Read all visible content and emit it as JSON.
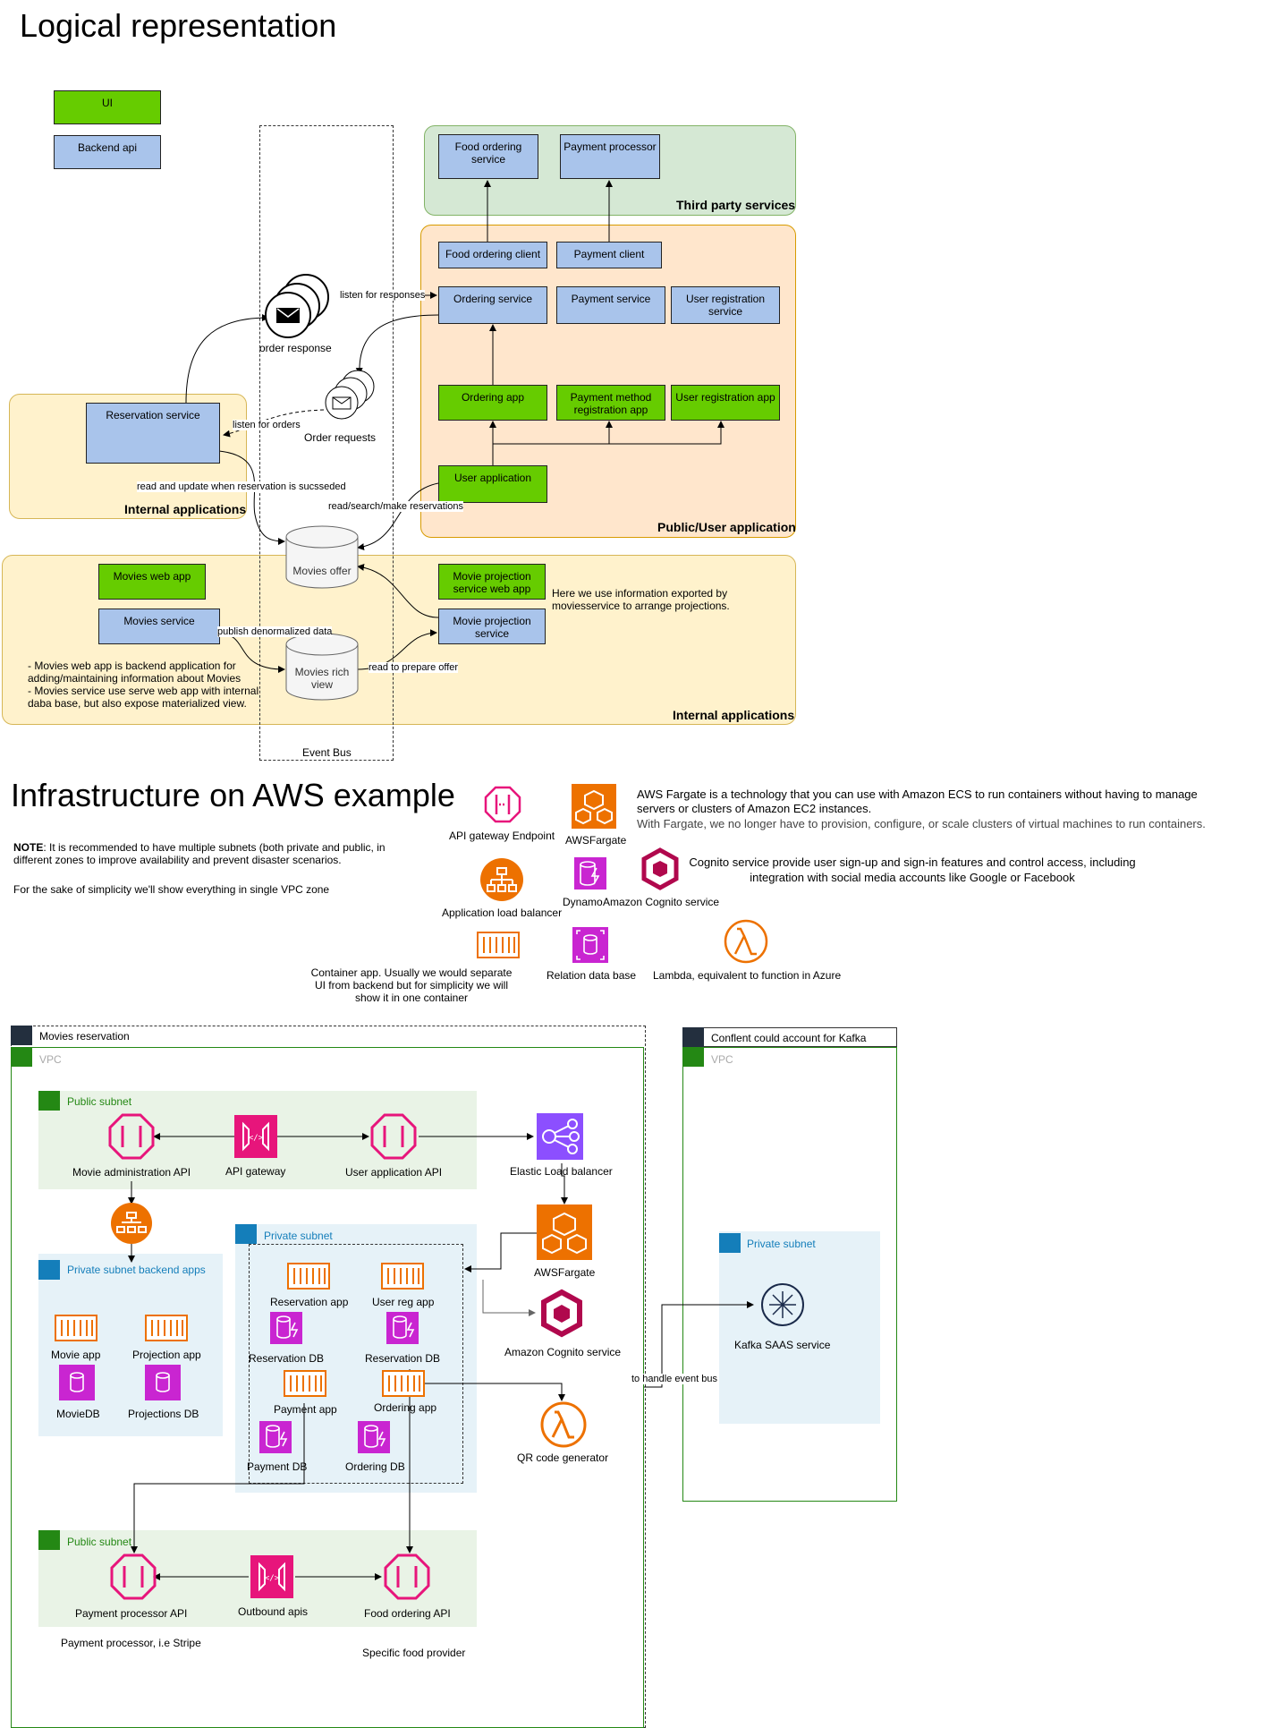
{
  "logical": {
    "title": "Logical representation",
    "legend": {
      "ui": "UI",
      "backend": "Backend api"
    },
    "event_bus": "Event Bus",
    "zones": {
      "third_party": "Third party services",
      "public_user": "Public/User application",
      "internal_top": "Internal applications",
      "internal_bottom": "Internal applications"
    },
    "boxes": {
      "food_ordering_service": "Food ordering service",
      "payment_processor": "Payment processor",
      "food_ordering_client": "Food ordering client",
      "payment_client": "Payment client",
      "ordering_service": "Ordering service",
      "payment_service": "Payment service",
      "user_registration_service": "User registration service",
      "ordering_app": "Ordering app",
      "payment_method_registration_app": "Payment method registration app",
      "user_registration_app": "User registration app",
      "user_application": "User application",
      "reservation_service": "Reservation service",
      "movies_web_app": "Movies web app",
      "movies_service": "Movies service",
      "movie_projection_service_web_app": "Movie projection service web app",
      "movie_projection_service": "Movie projection service"
    },
    "stores": {
      "movies_offer": "Movies offer",
      "movies_rich_view": "Movies rich view"
    },
    "queues": {
      "order_response": "order response",
      "order_requests": "Order requests"
    },
    "edge_labels": {
      "listen_for_responses": "listen for responses",
      "listen_for_orders": "listen for orders",
      "read_update": "read and update when reservation is sucsseded",
      "read_search_make": "read/search/make reservations",
      "publish_denormalized": "publish denormalized data",
      "read_to_prepare": "read to prepare offer"
    },
    "notes": {
      "projection_note": "Here we use information exported by moviesservice to arrange projections.",
      "movies_note_1": "- Movies web app is backend application for adding/maintaining information about Movies",
      "movies_note_2": "- Movies service use serve web app with internal daba base, but also expose materialized view."
    }
  },
  "aws": {
    "title": "Infrastructure on AWS example",
    "note_bold": "NOTE",
    "note_text": ": It is recommended to have multiple subnets (both private and public, in different zones to improve availability and prevent disaster scenarios.",
    "note_simplicity": "For the sake of simplicity we'll show everything in single VPC zone",
    "legend": {
      "api_gateway_endpoint": "API gateway Endpoint",
      "aws_fargate": "AWSFargate",
      "fargate_desc_1": "AWS Fargate is a technology that you can use with Amazon ECS to run containers without having to manage servers or clusters of Amazon EC2 instances.",
      "fargate_desc_2": "With Fargate, we no longer have to provision, configure, or scale clusters of virtual machines to run containers.",
      "application_load_balancer": "Application load balancer",
      "dynamo": "Dynamo",
      "amazon_cognito_service": "Amazon Cognito service",
      "cognito_desc": "Cognito service provide user sign-up and sign-in features and control access, including integration with social media accounts like Google or Facebook",
      "container_app": "Container app. Usually we would separate UI from backend but for simplicity we will show it in one container",
      "relation_db": "Relation data base",
      "lambda": "Lambda, equivalent to function in Azure"
    },
    "groups": {
      "movies_reservation": "Movies reservation",
      "vpc": "VPC",
      "public_subnet_top": "Public subnet",
      "private_backend": "Private subnet backend apps",
      "private_subnet": "Private subnet",
      "public_subnet_bottom": "Public subnet",
      "confluent": "Conflent could account for Kafka",
      "vpc2": "VPC",
      "private_subnet_kafka": "Private subnet"
    },
    "nodes": {
      "movie_admin_api": "Movie administration API",
      "api_gateway": "API gateway",
      "user_app_api": "User application API",
      "elb": "Elastic Load balancer",
      "fargate": "AWSFargate",
      "cognito": "Amazon Cognito service",
      "movie_app": "Movie app",
      "projection_app": "Projection app",
      "movie_db": "MovieDB",
      "projections_db": "Projections DB",
      "reservation_app": "Reservation app",
      "user_reg_app": "User reg app",
      "reservation_db_1": "Reservation DB",
      "reservation_db_2": "Reservation DB",
      "payment_app": "Payment app",
      "ordering_app": "Ordering app",
      "payment_db": "Payment DB",
      "ordering_db": "Ordering DB",
      "qr_generator": "QR code generator",
      "kafka": "Kafka SAAS service",
      "payment_processor_api": "Payment processor API",
      "outbound_apis": "Outbound apis",
      "food_ordering_api": "Food ordering API"
    },
    "edge_labels": {
      "event_bus": "to handle event bus"
    },
    "captions": {
      "payment_processor": "Payment processor, i.e Stripe",
      "food_provider": "Specific food provider"
    }
  }
}
